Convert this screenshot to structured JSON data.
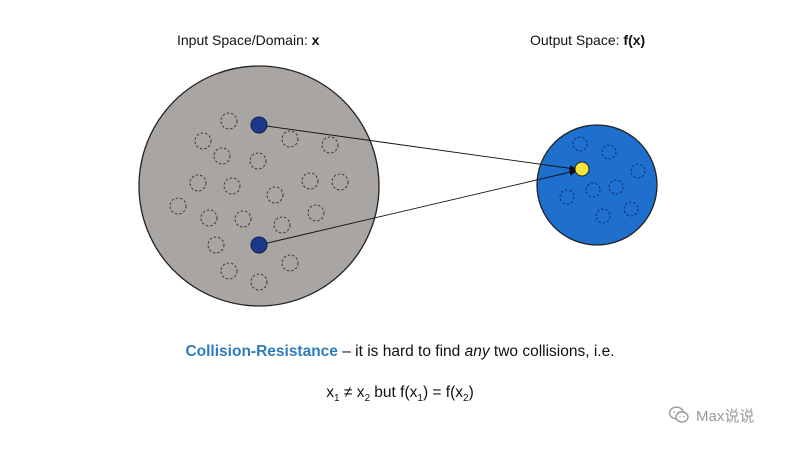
{
  "labels": {
    "input_space_prefix": "Input Space/Domain: ",
    "input_space_var": "x",
    "output_space_prefix": "Output Space: ",
    "output_space_var": "f(x)"
  },
  "caption": {
    "term": "Collision-Resistance",
    "text_before_em": " – it is hard to find ",
    "em": "any",
    "text_after_em": " two collisions, i.e."
  },
  "formula": {
    "x": "x",
    "sub1": "1",
    "neq": " ≠ ",
    "sub2": "2",
    "but": " but ",
    "f_open": "f(x",
    "close_eq": ") = ",
    "close": ")"
  },
  "watermark": {
    "text": "Max说说",
    "icon": "wechat-icon"
  },
  "colors": {
    "domain_fill": "#a8a5a3",
    "codomain_fill": "#1f6fce",
    "point_fill": "#1c3a8c",
    "hash_point_fill": "#f5e63c",
    "accent_text": "#2f7bbf"
  }
}
